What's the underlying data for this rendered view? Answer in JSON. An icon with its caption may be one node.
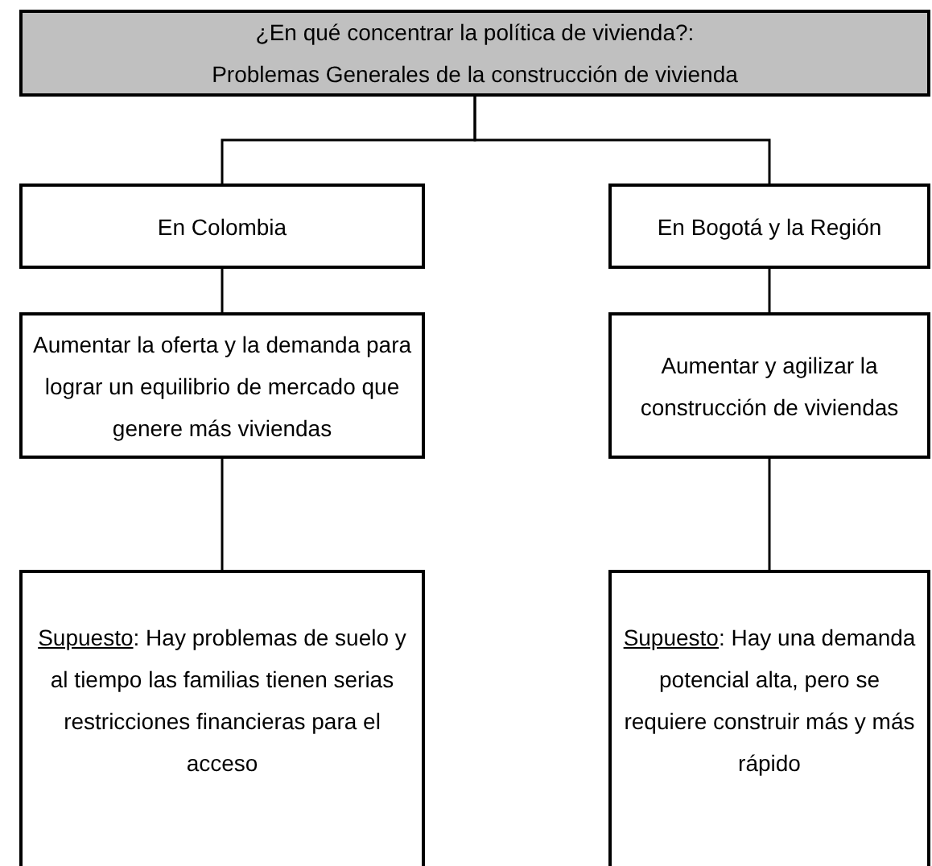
{
  "diagram": {
    "nodes": [
      {
        "text": [
          "¿En qué concentrar la política de vivienda?:",
          "Problemas Generales de la construcción de vivienda"
        ]
      },
      {
        "text": [
          "En Colombia"
        ]
      },
      {
        "text": [
          "En Bogotá y la Región"
        ]
      },
      {
        "text": [
          "Aumentar la oferta y la demanda para lograr un equilibrio de mercado que genere más viviendas"
        ]
      },
      {
        "text": [
          "Aumentar y agilizar la construcción de viviendas"
        ]
      },
      {
        "text": [
          "Supuesto: Hay problemas de suelo y al tiempo las familias tienen serias restricciones financieras para el acceso"
        ]
      },
      {
        "text": [
          "Supuesto: Hay una demanda potencial alta, pero se requiere construir más y más rápido"
        ]
      }
    ],
    "edges": [
      {
        "from": 0,
        "to": 1,
        "arrow": "none"
      },
      {
        "from": 0,
        "to": 2,
        "arrow": "none"
      },
      {
        "from": 1,
        "to": 3,
        "arrow": "none"
      },
      {
        "from": 2,
        "to": 4,
        "arrow": "none"
      },
      {
        "from": 3,
        "to": 5,
        "arrow": "none"
      },
      {
        "from": 4,
        "to": 6,
        "arrow": "none"
      }
    ]
  }
}
